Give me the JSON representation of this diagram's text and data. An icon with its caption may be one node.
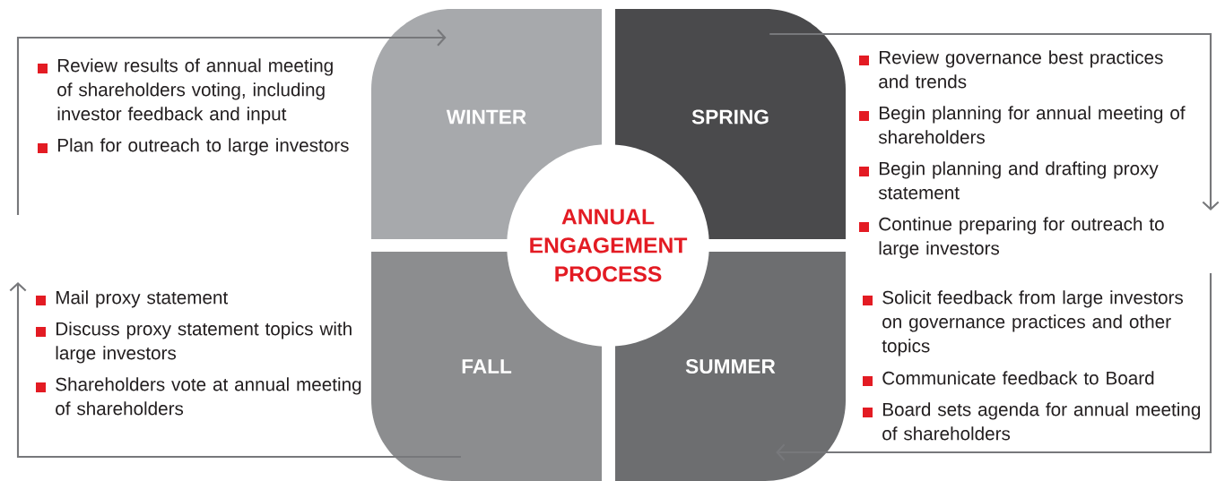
{
  "diagram": {
    "nodes": [
      {
        "text": [
          "WINTER"
        ],
        "beside": [
          "Review results of annual meeting of shareholders voting, including investor feedback and input",
          "Plan for outreach to large investors"
        ]
      },
      {
        "text": [
          "SPRING"
        ],
        "beside": [
          "Review governance best practices and trends",
          "Begin planning for annual meeting of shareholders",
          "Begin planning and drafting proxy statement",
          "Continue preparing for outreach to large investors"
        ]
      },
      {
        "text": [
          "ANNUAL ENGAGEMENT PROCESS"
        ]
      },
      {
        "text": [
          "FALL"
        ],
        "beside": [
          "Mail proxy statement",
          "Discuss proxy statement topics with large investors",
          "Shareholders vote at annual meeting of shareholders"
        ]
      },
      {
        "text": [
          "SUMMER"
        ],
        "beside": [
          "Solicit feedback from large investors on governance practices and other topics",
          "Communicate feedback to Board",
          "Board sets agenda for annual meeting of shareholders"
        ]
      }
    ],
    "edges": [
      {
        "from": null,
        "to": 0,
        "arrow": "to"
      },
      {
        "from": 1,
        "to": null,
        "arrow": "to"
      },
      {
        "from": null,
        "to": 4,
        "arrow": "to"
      },
      {
        "from": 3,
        "to": null,
        "arrow": "to"
      }
    ]
  }
}
